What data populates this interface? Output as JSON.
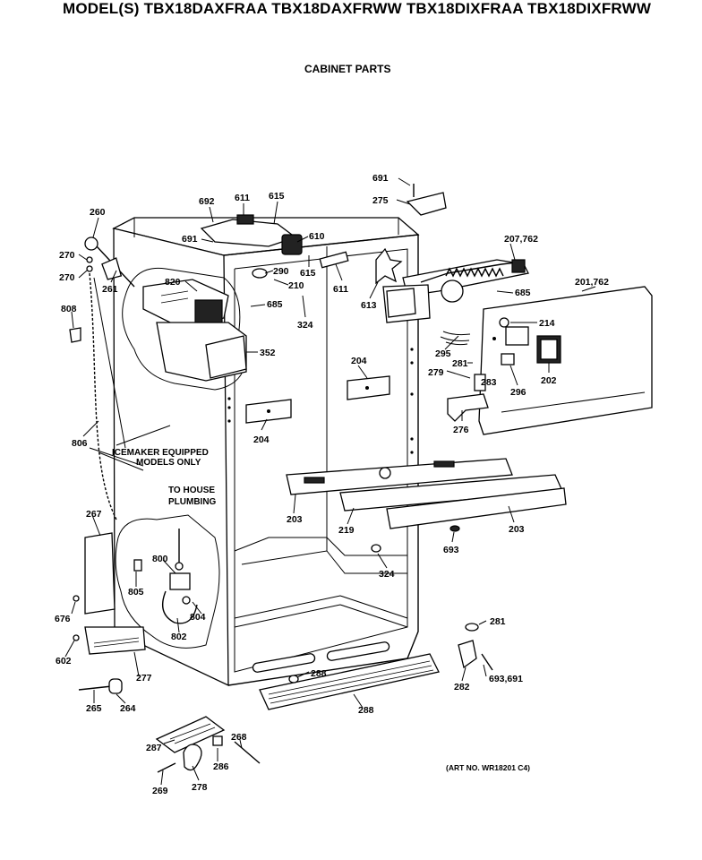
{
  "header": {
    "model_line": "MODEL(S) TBX18DAXFRAA  TBX18DAXFRWW  TBX18DIXFRAA  TBX18DIXFRWW",
    "subtitle": "CABINET PARTS"
  },
  "notes": {
    "icemaker_line1": "ICEMAKER EQUIPPED",
    "icemaker_line2": "MODELS ONLY",
    "plumbing_line1": "TO HOUSE",
    "plumbing_line2": "PLUMBING",
    "art_number": "(ART NO. WR18201 C4)"
  },
  "callouts": [
    {
      "id": "c691a",
      "text": "691"
    },
    {
      "id": "c275",
      "text": "275"
    },
    {
      "id": "c692",
      "text": "692"
    },
    {
      "id": "c611a",
      "text": "611"
    },
    {
      "id": "c615a",
      "text": "615"
    },
    {
      "id": "c260",
      "text": "260"
    },
    {
      "id": "c691b",
      "text": "691"
    },
    {
      "id": "c610",
      "text": "610"
    },
    {
      "id": "c207",
      "text": "207,762"
    },
    {
      "id": "c270a",
      "text": "270"
    },
    {
      "id": "c270b",
      "text": "270"
    },
    {
      "id": "c261",
      "text": "261"
    },
    {
      "id": "c290",
      "text": "290"
    },
    {
      "id": "c615b",
      "text": "615"
    },
    {
      "id": "c820",
      "text": "820"
    },
    {
      "id": "c210",
      "text": "210"
    },
    {
      "id": "c611b",
      "text": "611"
    },
    {
      "id": "c613",
      "text": "613"
    },
    {
      "id": "c685a",
      "text": "685"
    },
    {
      "id": "c201",
      "text": "201,762"
    },
    {
      "id": "c685b",
      "text": "685"
    },
    {
      "id": "c324a",
      "text": "324"
    },
    {
      "id": "c214",
      "text": "214"
    },
    {
      "id": "c808",
      "text": "808"
    },
    {
      "id": "c352",
      "text": "352"
    },
    {
      "id": "c295",
      "text": "295"
    },
    {
      "id": "c281a",
      "text": "281"
    },
    {
      "id": "c204a",
      "text": "204"
    },
    {
      "id": "c279",
      "text": "279"
    },
    {
      "id": "c283",
      "text": "283"
    },
    {
      "id": "c296",
      "text": "296"
    },
    {
      "id": "c202",
      "text": "202"
    },
    {
      "id": "c276",
      "text": "276"
    },
    {
      "id": "c204b",
      "text": "204"
    },
    {
      "id": "c806",
      "text": "806"
    },
    {
      "id": "c203a",
      "text": "203"
    },
    {
      "id": "c219",
      "text": "219"
    },
    {
      "id": "c203b",
      "text": "203"
    },
    {
      "id": "c267",
      "text": "267"
    },
    {
      "id": "c693a",
      "text": "693"
    },
    {
      "id": "c800",
      "text": "800"
    },
    {
      "id": "c324b",
      "text": "324"
    },
    {
      "id": "c805",
      "text": "805"
    },
    {
      "id": "c676",
      "text": "676"
    },
    {
      "id": "c804",
      "text": "804"
    },
    {
      "id": "c281b",
      "text": "281"
    },
    {
      "id": "c802",
      "text": "802"
    },
    {
      "id": "c602",
      "text": "602"
    },
    {
      "id": "c288a",
      "text": "288"
    },
    {
      "id": "c277",
      "text": "277"
    },
    {
      "id": "c693b",
      "text": "693,691"
    },
    {
      "id": "c282",
      "text": "282"
    },
    {
      "id": "c265",
      "text": "265"
    },
    {
      "id": "c264",
      "text": "264"
    },
    {
      "id": "c288b",
      "text": "288"
    },
    {
      "id": "c268",
      "text": "268"
    },
    {
      "id": "c287",
      "text": "287"
    },
    {
      "id": "c286",
      "text": "286"
    },
    {
      "id": "c269",
      "text": "269"
    },
    {
      "id": "c278",
      "text": "278"
    }
  ]
}
